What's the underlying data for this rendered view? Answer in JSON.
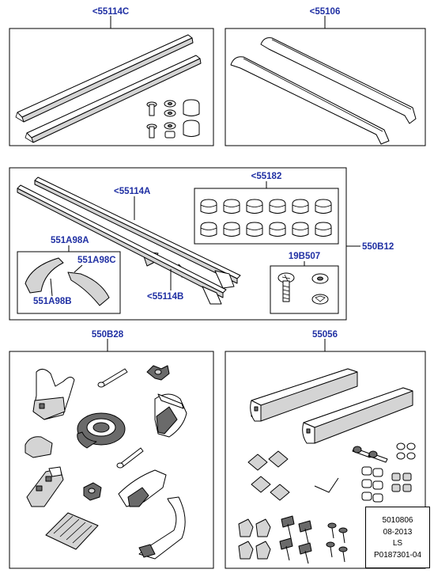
{
  "callouts": {
    "a55114c": "<55114C",
    "a55106": "<55106",
    "a55114a": "<55114A",
    "a55182": "<55182",
    "a550b12": "550B12",
    "a551a98a": "551A98A",
    "a551a98c": "551A98C",
    "a551a98b": "551A98B",
    "a55114b": "<55114B",
    "a19b507": "19B507",
    "a550b28": "550B28",
    "a55056": "55056"
  },
  "info_block": {
    "line1": "5010806",
    "line2": "08-2013",
    "line3": "LS",
    "line4": "P0187301-04"
  },
  "colors": {
    "callout_text": "#1f2fa3",
    "lines": "#000000",
    "background": "#ffffff"
  }
}
